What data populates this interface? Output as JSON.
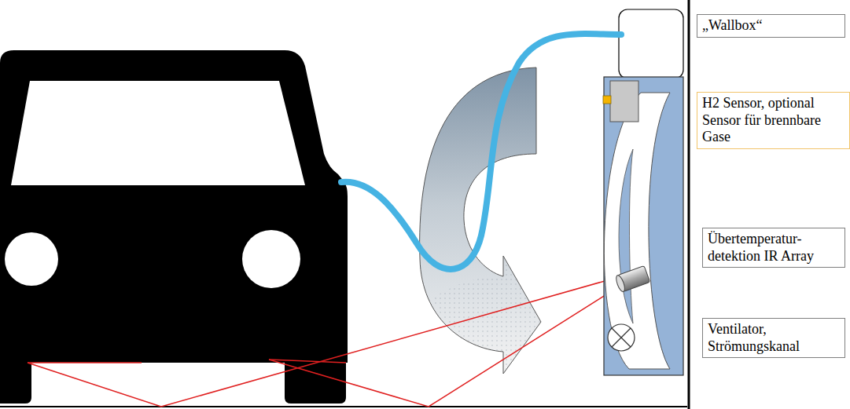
{
  "diagram": {
    "nodes": [
      {
        "text": [
          "„Wallbox“"
        ]
      },
      {
        "text": [
          "H2 Sensor, optional Sensor für brennbare Gase"
        ]
      },
      {
        "text": [
          "Übertemperatur- detektion IR Array"
        ]
      },
      {
        "text": [
          "Ventilator, Strömungskanal"
        ]
      }
    ]
  }
}
